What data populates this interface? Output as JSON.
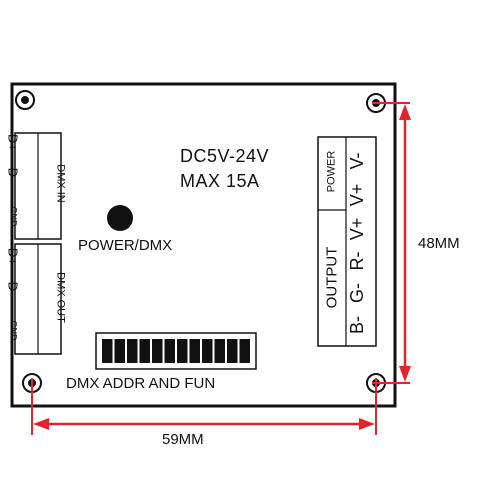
{
  "board": {
    "voltage": "DC5V-24V",
    "max_current": "MAX 15A",
    "power_dmx_label": "POWER/DMX",
    "dip_label": "DMX ADDR AND FUN",
    "dip_switch_count": 12
  },
  "dmx_in": {
    "title": "DMX IN",
    "pins": [
      "D+",
      "D-",
      "GND"
    ]
  },
  "dmx_out": {
    "title": "DMX OUT",
    "pins": [
      "D+",
      "D-",
      "GND"
    ]
  },
  "output": {
    "title": "OUTPUT",
    "power_title": "POWER",
    "pins": [
      "B-",
      "G-",
      "R-",
      "V+"
    ],
    "power_pins": [
      "V+",
      "V-"
    ]
  },
  "dimensions": {
    "height": "48MM",
    "width": "59MM",
    "color": "#e0262c"
  }
}
